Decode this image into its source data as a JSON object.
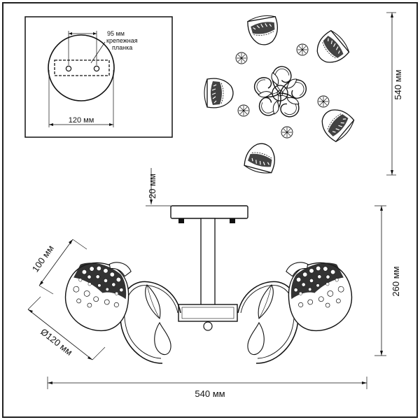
{
  "mount_plate": {
    "spacing_label": "95 мм",
    "bracket_label_line1": "крепежная",
    "bracket_label_line2": "планка",
    "diameter_label": "120 мм"
  },
  "top_view": {
    "height_label": "540 мм"
  },
  "front_view": {
    "canopy_height_label": "20 мм",
    "overall_height_label": "260 мм",
    "shade_height_label": "100 мм",
    "shade_diameter_label": "Ø120 мм",
    "overall_width_label": "540 мм"
  },
  "colors": {
    "line": "#111111",
    "background": "#ffffff"
  }
}
